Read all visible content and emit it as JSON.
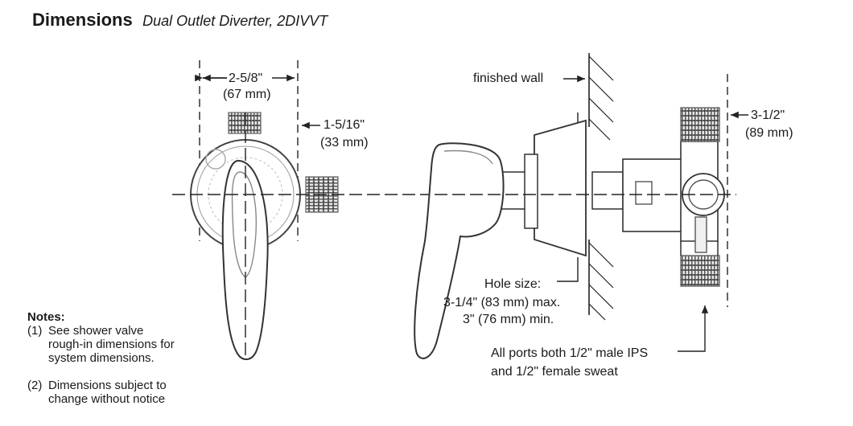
{
  "title": {
    "main": "Dimensions",
    "subtitle": "Dual Outlet Diverter, 2DIVVT"
  },
  "labels": {
    "width_frac": "2-5/8\"",
    "width_mm": "(67 mm)",
    "depth_frac": "1-5/16\"",
    "depth_mm": "(33 mm)",
    "finished_wall": "finished wall",
    "body_frac": "3-1/2\"",
    "body_mm": "(89 mm)",
    "hole_size": "Hole size:",
    "hole_max": "3-1/4\" (83 mm) max.",
    "hole_min": "3\" (76 mm) min.",
    "ports_line1": "All ports both 1/2\" male IPS",
    "ports_line2": "and 1/2\" female sweat"
  },
  "notes": {
    "heading": "Notes:",
    "items": [
      {
        "num": "(1)",
        "text": "See shower valve\nrough-in dimensions for\nsystem dimensions."
      },
      {
        "num": "(2)",
        "text": "Dimensions subject to\nchange without notice"
      }
    ]
  }
}
